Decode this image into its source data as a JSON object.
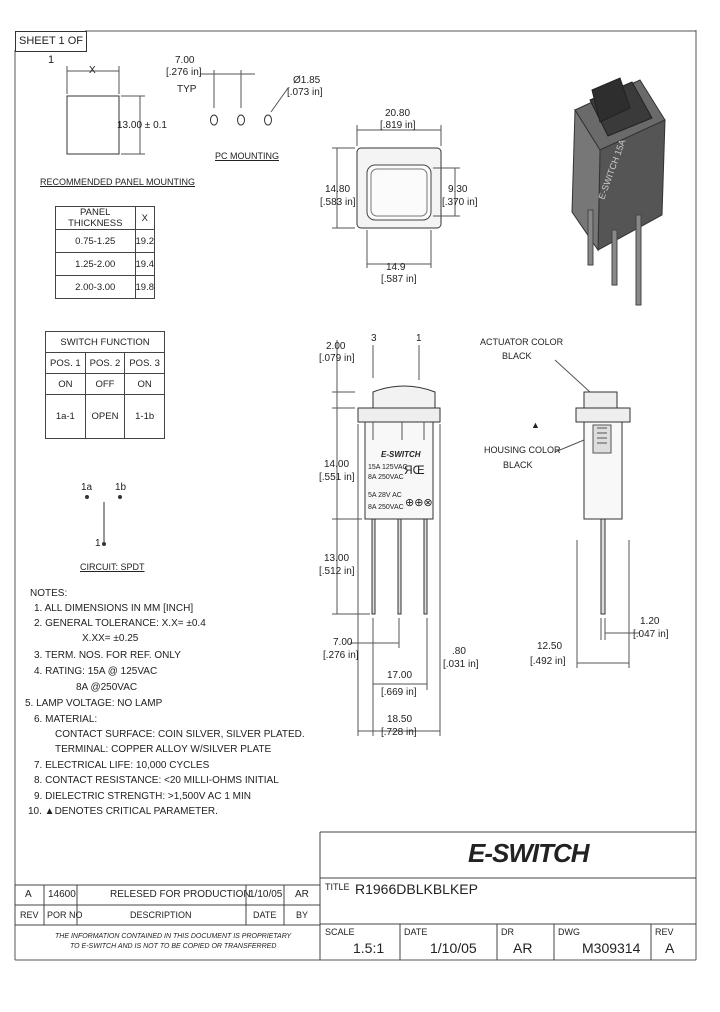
{
  "sheet_label": "SHEET 1 OF 1",
  "panel_mounting": {
    "x_label": "X",
    "height_dim": "13.00 ± 0.1",
    "title": "RECOMMENDED PANEL MOUNTING",
    "table_headers": [
      "PANEL THICKNESS",
      "X"
    ],
    "table_rows": [
      [
        "0.75-1.25",
        "19.2"
      ],
      [
        "1.25-2.00",
        "19.4"
      ],
      [
        "2.00-3.00",
        "19.8"
      ]
    ]
  },
  "pc_mounting": {
    "pitch_mm": "7.00",
    "pitch_in": "[.276 in]",
    "typ": "TYP",
    "hole_mm": "Ø1.85",
    "hole_in": "[.073 in]",
    "title": "PC MOUNTING"
  },
  "front_view": {
    "width_mm": "20.80",
    "width_in": "[.819 in]",
    "height_mm": "14.80",
    "height_in": "[.583 in]",
    "inner_h_mm": "9.30",
    "inner_h_in": "[.370 in]",
    "inner_w_mm": "14.9",
    "inner_w_in": "[.587 in]"
  },
  "switch_function": {
    "title": "SWITCH FUNCTION",
    "headers": [
      "POS. 1",
      "POS. 2",
      "POS. 3"
    ],
    "row1": [
      "ON",
      "OFF",
      "ON"
    ],
    "row2": [
      "1a-1",
      "OPEN",
      "1-1b"
    ]
  },
  "circuit": {
    "a": "1a",
    "b": "1b",
    "c": "1",
    "title": "CIRCUIT: SPDT"
  },
  "side_view": {
    "pin3": "3",
    "pin1": "1",
    "top_mm": "2.00",
    "top_in": "[.079 in]",
    "body_mm": "14.00",
    "body_in": "[.551 in]",
    "lead_mm": "13.00",
    "lead_in": "[.512 in]",
    "pitch_mm": "7.00",
    "pitch_in": "[.276 in]",
    "pin_mm": ".80",
    "pin_in": "[.031 in]",
    "span_mm": "17.00",
    "span_in": "[.669 in]",
    "total_mm": "18.50",
    "total_in": "[.728 in]",
    "brand": "E-SWITCH",
    "rating1": "15A 125VAC",
    "rating2": "8A 250VAC",
    "rating3": "5A 28V AC",
    "rating4": "8A 250VAC"
  },
  "end_view": {
    "actuator_label": "ACTUATOR COLOR",
    "actuator_color": "BLACK",
    "housing_label": "HOUSING COLOR",
    "housing_color": "BLACK",
    "width_mm": "12.50",
    "width_in": "[.492 in]",
    "pin_mm": "1.20",
    "pin_in": "[.047 in]"
  },
  "notes": [
    "NOTES:",
    "1. ALL DIMENSIONS IN MM [INCH]",
    "2. GENERAL TOLERANCE: X.X= ±0.4",
    "X.XX= ±0.25",
    "3. TERM. NOS. FOR REF. ONLY",
    "4. RATING: 15A @ 125VAC",
    "8A @250VAC",
    "5. LAMP VOLTAGE: NO LAMP",
    "6. MATERIAL:",
    "CONTACT SURFACE: COIN SILVER, SILVER PLATED.",
    "TERMINAL: COPPER ALLOY W/SILVER PLATE",
    "7. ELECTRICAL LIFE: 10,000 CYCLES",
    "8. CONTACT RESISTANCE: <20 MILLI-OHMS INITIAL",
    "9. DIELECTRIC STRENGTH: >1,500V AC 1 MIN",
    "10. ▲DENOTES CRITICAL PARAMETER."
  ],
  "revision": {
    "rev": "A",
    "por": "14600",
    "desc": "RELESED FOR PRODUCTION",
    "date": "1/10/05",
    "by": "AR",
    "headers": [
      "REV",
      "POR NO",
      "DESCRIPTION",
      "DATE",
      "BY"
    ]
  },
  "disclaimer1": "THE INFORMATION CONTAINED IN THIS DOCUMENT IS PROPRIETARY",
  "disclaimer2": "TO E-SWITCH AND IS NOT TO BE COPIED OR TRANSFERRED",
  "title_block": {
    "logo": "E-SWITCH",
    "title_label": "TITLE",
    "title": "R1966DBLKBLKEP",
    "scale_label": "SCALE",
    "scale": "1.5:1",
    "date_label": "DATE",
    "date": "1/10/05",
    "dr_label": "DR",
    "dr": "AR",
    "dwg_label": "DWG",
    "dwg": "M309314",
    "rev_label": "REV",
    "rev": "A"
  }
}
